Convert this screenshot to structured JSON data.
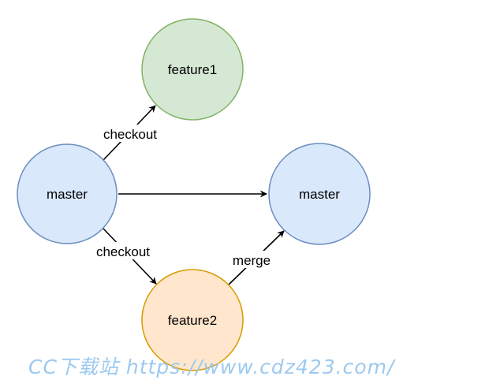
{
  "nodes": {
    "master_source": {
      "label": "master",
      "fill": "#dae8fc",
      "stroke": "#6c8ebf"
    },
    "feature1": {
      "label": "feature1",
      "fill": "#d5e8d4",
      "stroke": "#82b366"
    },
    "master_target": {
      "label": "master",
      "fill": "#dae8fc",
      "stroke": "#6c8ebf"
    },
    "feature2": {
      "label": "feature2",
      "fill": "#ffe6cc",
      "stroke": "#d79b00"
    }
  },
  "edges": {
    "checkout_feature1": {
      "label": "checkout",
      "from": "master",
      "to": "feature1"
    },
    "master_to_master": {
      "label": "",
      "from": "master",
      "to": "master"
    },
    "checkout_feature2": {
      "label": "checkout",
      "from": "master",
      "to": "feature2"
    },
    "merge_feature2": {
      "label": "merge",
      "from": "feature2",
      "to": "master"
    }
  },
  "watermark": {
    "text": "CC下载站 https://www.cdz423.com/",
    "color": "#9cc9f0"
  }
}
